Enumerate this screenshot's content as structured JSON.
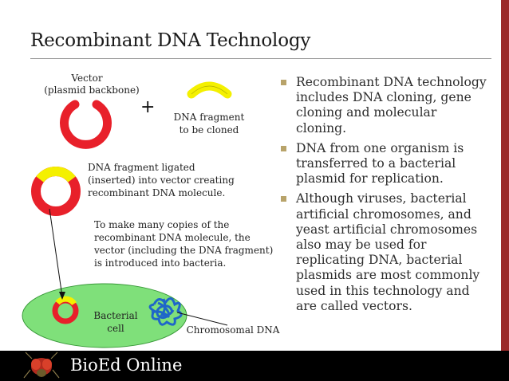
{
  "slide": {
    "title": "Recombinant DNA Technology"
  },
  "diagram": {
    "vector_label_1": "Vector",
    "vector_label_2": "(plasmid backbone)",
    "plus_sign": "+",
    "fragment_label_1": "DNA fragment",
    "fragment_label_2": "to be cloned",
    "ligated_label_1": "DNA fragment ligated",
    "ligated_label_2": "(inserted) into vector creating",
    "ligated_label_3": "recombinant DNA molecule.",
    "copies_label_1": "To make many copies of the",
    "copies_label_2": "recombinant DNA molecule, the",
    "copies_label_3": "vector (including the DNA fragment)",
    "copies_label_4": "is introduced into bacteria.",
    "bacterial_label_1": "Bacterial",
    "bacterial_label_2": "cell",
    "chromosomal_label": "Chromosomal DNA"
  },
  "bullets": [
    "Recombinant DNA technology includes DNA cloning, gene cloning and molecular cloning.",
    "DNA from one organism is transferred to a bacterial plasmid for replication.",
    "Although viruses, bacterial artificial chromosomes, and yeast artificial chromosomes also may be used for replicating DNA, bacterial plasmids are most commonly used in this technology and are called vectors."
  ],
  "footer": {
    "brand": "BioEd Online"
  },
  "icons": {
    "logo": "fly-icon"
  },
  "colors": {
    "plasmid_red": "#e8202a",
    "fragment_yellow": "#f4f000",
    "cell_green": "#7fe07a",
    "chromosome_blue": "#1f66c9",
    "accent_strip": "#9b2a2a",
    "bullet_marker": "#b8a36a",
    "footer_bg": "#000000"
  }
}
